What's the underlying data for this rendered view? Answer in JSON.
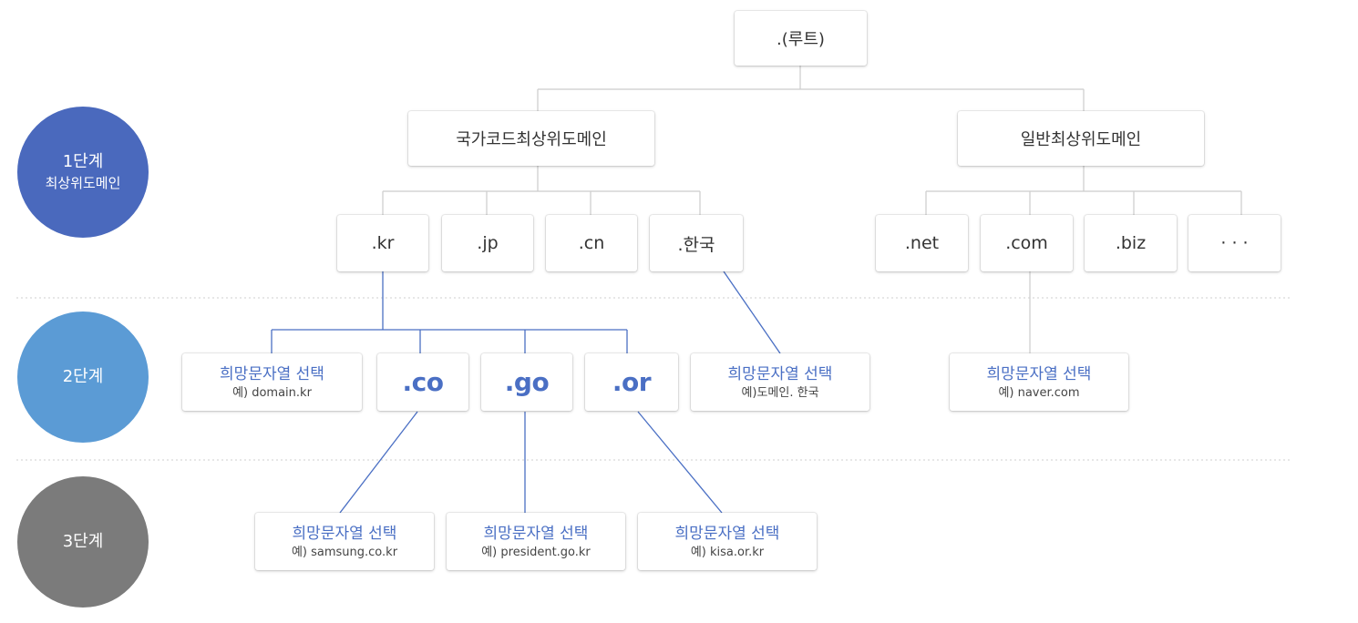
{
  "root": {
    "label": ".(루트)"
  },
  "levels": [
    {
      "title": "1단계",
      "subtitle": "최상위도메인",
      "color": "#4a69bd"
    },
    {
      "title": "2단계",
      "color": "#5b9bd5"
    },
    {
      "title": "3단계",
      "color": "#7b7b7b"
    }
  ],
  "tld_groups": {
    "country": "국가코드최상위도메인",
    "generic": "일반최상위도메인"
  },
  "country_tlds": [
    ".kr",
    ".jp",
    ".cn",
    ".한국"
  ],
  "generic_tlds": [
    ".net",
    ".com",
    ".biz",
    "· · ·"
  ],
  "second_level": {
    "kr_custom": {
      "label": "희망문자열 선택",
      "example": "예) domain.kr"
    },
    "co": ".co",
    "go": ".go",
    "or": ".or",
    "hanguk_custom": {
      "label": "희망문자열 선택",
      "example": "예)도메인. 한국"
    },
    "com_custom": {
      "label": "희망문자열 선택",
      "example": "예) naver.com"
    }
  },
  "third_level": [
    {
      "label": "희망문자열 선택",
      "example": "예) samsung.co.kr"
    },
    {
      "label": "희망문자열 선택",
      "example": "예) president.go.kr"
    },
    {
      "label": "희망문자열 선택",
      "example": "예) kisa.or.kr"
    }
  ],
  "colors": {
    "accent": "#4a6fc4",
    "line_gray": "#cccccc",
    "line_blue": "#4a6fc4"
  }
}
